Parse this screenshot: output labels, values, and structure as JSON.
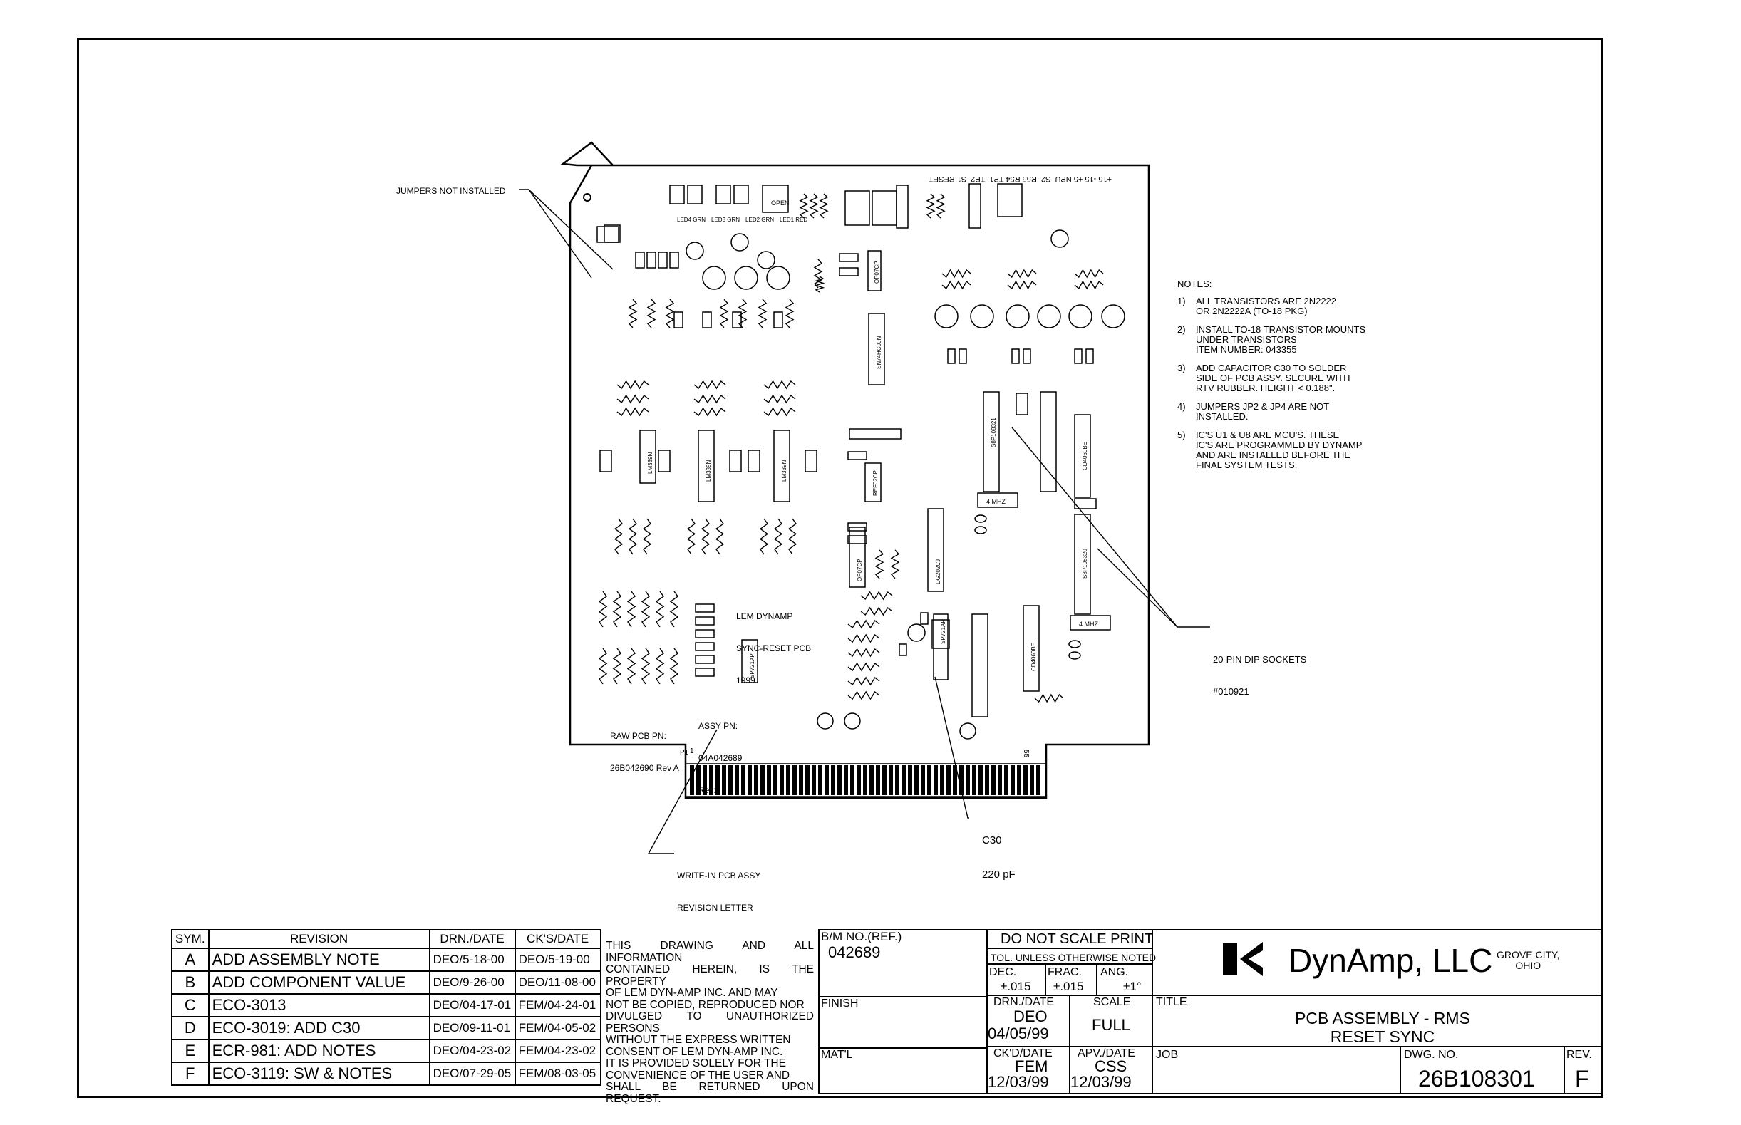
{
  "pcb": {
    "label_lines": [
      "LEM DYNAMP",
      "SYNC-RESET PCB",
      "1999"
    ],
    "raw_pcb": [
      "RAW PCB PN:",
      "26B042690 Rev A"
    ],
    "assy": [
      "ASSY PN:",
      "04A042689",
      "Rev:"
    ],
    "top_labels": "+15 -15 +5 NPU  S2  R55 R54 TP1  TP2  S1 RESET",
    "led_labels": [
      "LED4 GRN",
      "LED3 GRN",
      "LED2 GRN",
      "LED1 RED"
    ],
    "switch_label": "OPEN",
    "ics": [
      "LM339N",
      "LM339N",
      "LM339N",
      "SN74HC00N",
      "OP07CP",
      "REF02CP",
      "OP07CP",
      "DG202CJ",
      "SP721AP",
      "SP721AP",
      "S8P108321",
      "CD4060BE",
      "S8P108320",
      "CD4060BE"
    ],
    "crystal": "4 MHZ",
    "edge_pins": [
      "1",
      "55"
    ],
    "p1": "P1"
  },
  "callouts": {
    "jumpers": "JUMPERS NOT INSTALLED",
    "dip_sockets": [
      "20-PIN DIP SOCKETS",
      "#010921"
    ],
    "c30": [
      "C30",
      "220 pF"
    ],
    "write_in": [
      "WRITE-IN PCB ASSY",
      "REVISION LETTER"
    ]
  },
  "notes": {
    "heading": "NOTES:",
    "items": [
      {
        "num": "1)",
        "lines": [
          "ALL TRANSISTORS ARE 2N2222",
          "OR 2N2222A (TO-18 PKG)"
        ]
      },
      {
        "num": "2)",
        "lines": [
          "INSTALL TO-18 TRANSISTOR MOUNTS",
          "UNDER TRANSISTORS",
          "ITEM NUMBER: 043355"
        ]
      },
      {
        "num": "3)",
        "lines": [
          "ADD CAPACITOR C30 TO SOLDER",
          "SIDE OF PCB ASSY.  SECURE WITH",
          "RTV RUBBER. HEIGHT < 0.188\"."
        ]
      },
      {
        "num": "4)",
        "lines": [
          "JUMPERS JP2 & JP4 ARE NOT",
          "INSTALLED."
        ]
      },
      {
        "num": "5)",
        "lines": [
          "IC'S U1 & U8 ARE MCU'S.  THESE",
          "IC'S ARE PROGRAMMED BY DYNAMP",
          "AND ARE INSTALLED BEFORE THE",
          "FINAL SYSTEM TESTS."
        ]
      }
    ]
  },
  "revisions": {
    "headers": [
      "SYM.",
      "REVISION",
      "DRN./DATE",
      "CK'S/DATE"
    ],
    "rows": [
      [
        "A",
        "ADD ASSEMBLY NOTE",
        "DEO/5-18-00",
        "DEO/5-19-00"
      ],
      [
        "B",
        "ADD COMPONENT VALUE",
        "DEO/9-26-00",
        "DEO/11-08-00"
      ],
      [
        "C",
        "ECO-3013",
        "DEO/04-17-01",
        "FEM/04-24-01"
      ],
      [
        "D",
        "ECO-3019:  ADD C30",
        "DEO/09-11-01",
        "FEM/04-05-02"
      ],
      [
        "E",
        "ECR-981:  ADD NOTES",
        "DEO/04-23-02",
        "FEM/04-23-02"
      ],
      [
        "F",
        "ECO-3119:  SW & NOTES",
        "DEO/07-29-05",
        "FEM/08-03-05"
      ]
    ]
  },
  "proprietary": [
    "THIS DRAWING AND ALL INFORMATION",
    "CONTAINED HEREIN, IS THE PROPERTY",
    "OF LEM DYN-AMP INC. AND MAY",
    "NOT BE COPIED, REPRODUCED NOR",
    "DIVULGED TO UNAUTHORIZED PERSONS",
    "WITHOUT THE EXPRESS WRITTEN",
    "CONSENT OF LEM DYN-AMP INC.",
    "IT IS PROVIDED SOLELY FOR THE",
    "CONVENIENCE OF THE USER AND",
    "SHALL BE RETURNED UPON REQUEST."
  ],
  "title_block": {
    "bm_label": "B/M NO.(REF.)",
    "bm_value": "042689",
    "finish_label": "FINISH",
    "matl_label": "MAT'L",
    "do_not_scale": "DO NOT SCALE PRINT",
    "tol_label": "TOL. UNLESS OTHERWISE NOTED",
    "dec_label": "DEC.",
    "dec_value": "±.015",
    "frac_label": "FRAC.",
    "frac_value": "±.015",
    "ang_label": "ANG.",
    "ang_value": "±1°",
    "drn_label": "DRN./DATE",
    "drn_value": "DEO",
    "drn_date": "04/05/99",
    "scale_label": "SCALE",
    "scale_value": "FULL",
    "ckd_label": "CK'D/DATE",
    "ckd_value": "FEM",
    "ckd_date": "12/03/99",
    "apv_label": "APV./DATE",
    "apv_value": "CSS",
    "apv_date": "12/03/99",
    "company": "DynAmp, LLC",
    "location": [
      "GROVE CITY,",
      "OHIO"
    ],
    "title_label": "TITLE",
    "title_lines": [
      "PCB ASSEMBLY - RMS",
      "RESET SYNC"
    ],
    "job_label": "JOB",
    "dwg_label": "DWG. NO.",
    "dwg_value": "26B108301",
    "rev_label": "REV.",
    "rev_value": "F"
  }
}
